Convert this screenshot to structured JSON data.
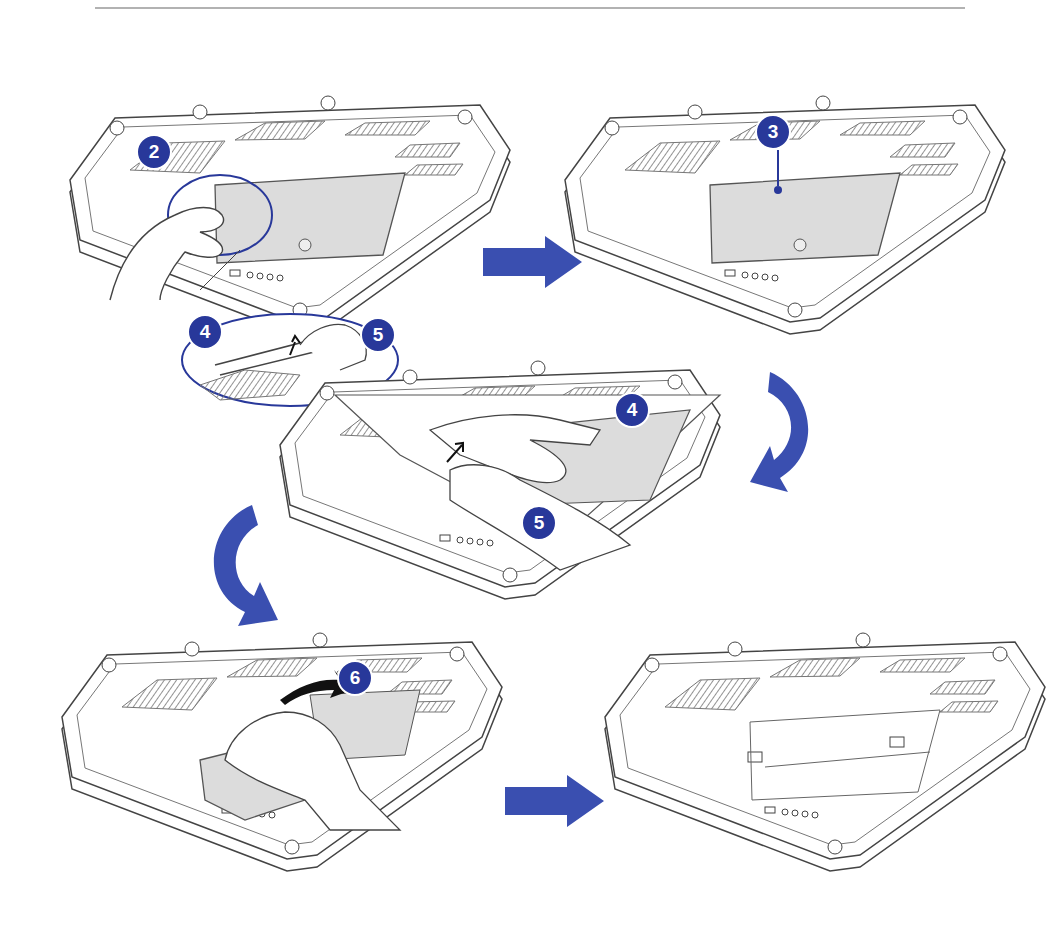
{
  "diagram": {
    "labels": [
      "2",
      "3",
      "4",
      "5",
      "4",
      "5",
      "6"
    ]
  }
}
